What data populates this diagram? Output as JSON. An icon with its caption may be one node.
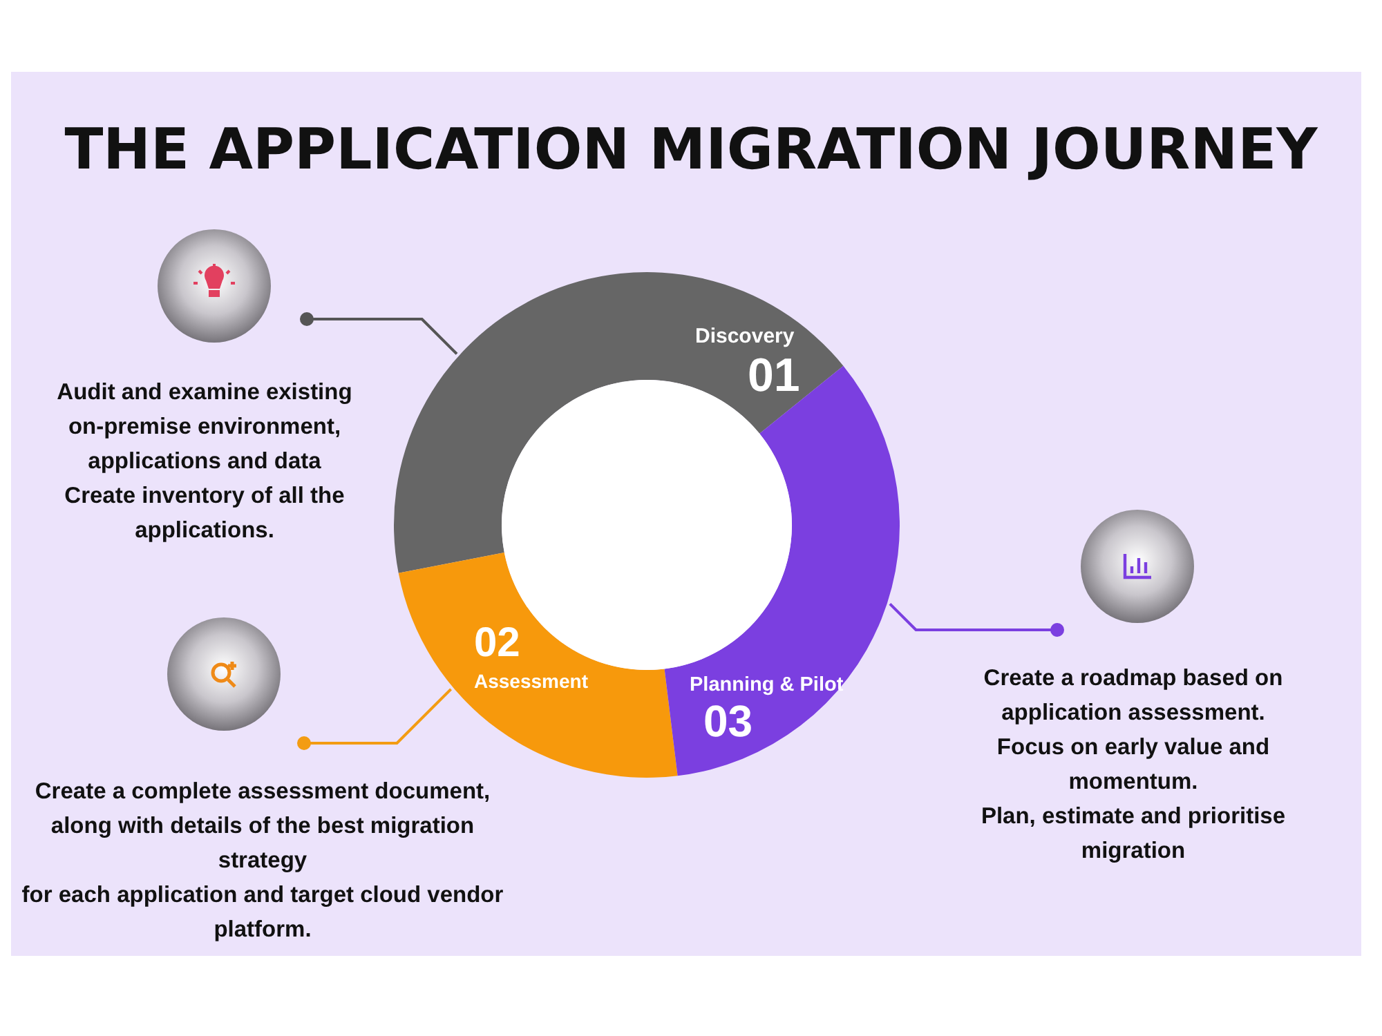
{
  "diagram": {
    "title": "THE APPLICATION MIGRATION JOURNEY",
    "nodes": [
      {
        "text": [
          "Discovery",
          "01"
        ]
      },
      {
        "text": [
          "02",
          "Assessment"
        ]
      },
      {
        "text": [
          "Planning & Pilot",
          "03"
        ]
      },
      {
        "text": [
          "Audit and examine existing on-premise environment, applications and data",
          "Create inventory of all the applications."
        ]
      },
      {
        "text": [
          "Create a complete assessment document, along with details of the best migration strategy",
          "for each application and target cloud vendor platform."
        ]
      },
      {
        "text": [
          "Create a roadmap based on application assessment.",
          "Focus on early value and momentum.",
          "Plan, estimate and prioritise migration"
        ]
      },
      {
        "text": [],
        "shape": "circle"
      }
    ],
    "edges": [
      {
        "from": 0,
        "to": 3,
        "arrow": "other",
        "color": "#555555"
      },
      {
        "from": 1,
        "to": 4,
        "arrow": "other",
        "color": "#f39c12"
      },
      {
        "from": 2,
        "to": 5,
        "arrow": "other",
        "color": "#7b3fe0"
      }
    ]
  }
}
